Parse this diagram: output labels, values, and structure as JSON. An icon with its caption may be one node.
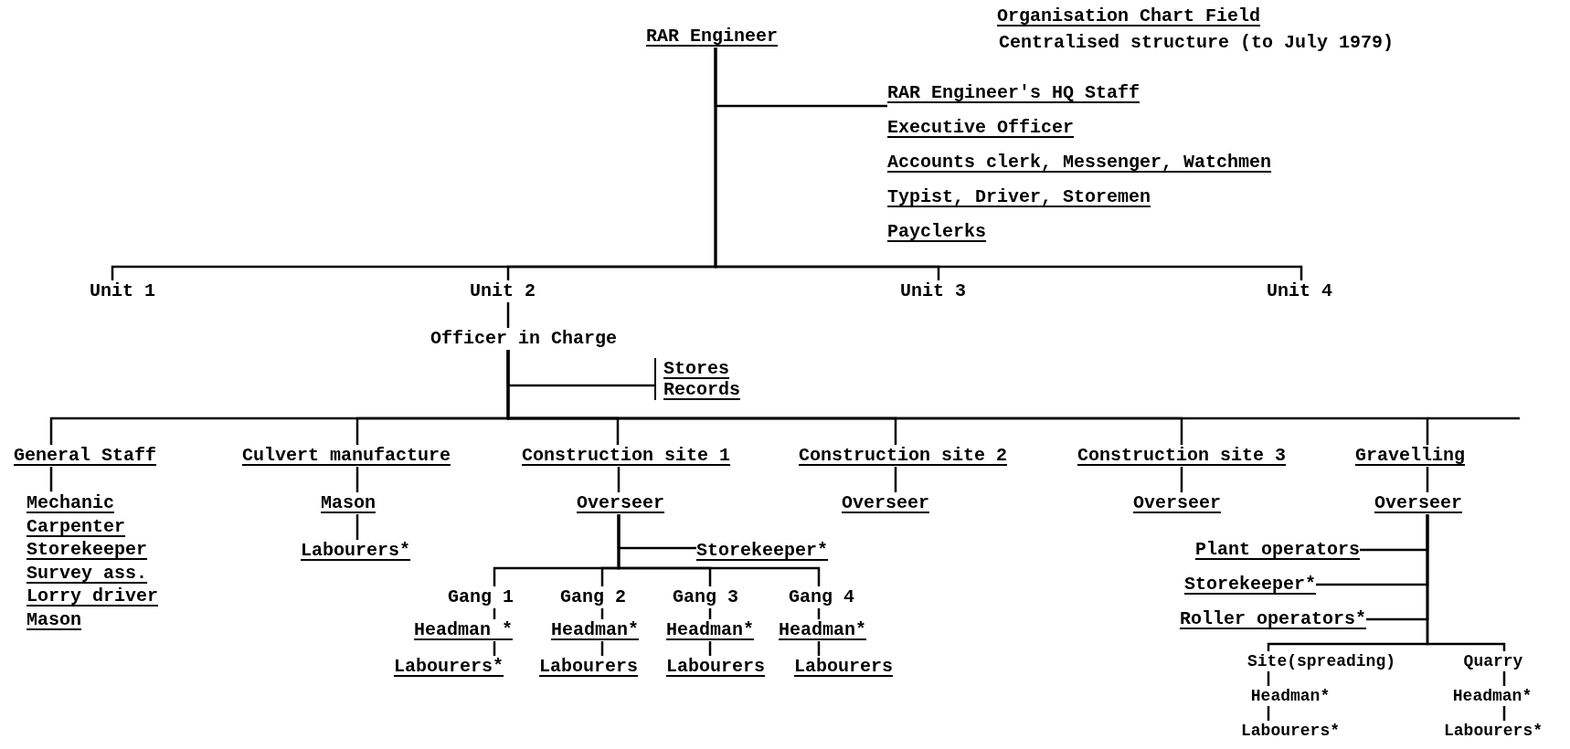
{
  "diagram": {
    "title": "Organisation Chart Field",
    "nodes": [
      {
        "text": [
          "RAR Engineer"
        ]
      },
      {
        "text": [
          "RAR Engineer's HQ Staff",
          "Executive Officer",
          "Accounts clerk, Messenger, Watchmen",
          "Typist, Driver, Storemen",
          "Payclerks"
        ]
      },
      {
        "text": [
          "Unit 1"
        ]
      },
      {
        "text": [
          "Unit 2"
        ]
      },
      {
        "text": [
          "Unit 3"
        ]
      },
      {
        "text": [
          "Unit 4"
        ]
      },
      {
        "text": [
          "Officer in Charge"
        ]
      },
      {
        "text": [
          "Stores",
          "Records"
        ]
      },
      {
        "text": [
          "General Staff"
        ]
      },
      {
        "text": [
          "Culvert manufacture"
        ]
      },
      {
        "text": [
          "Construction site 1"
        ]
      },
      {
        "text": [
          "Construction site 2"
        ]
      },
      {
        "text": [
          "Construction site 3"
        ]
      },
      {
        "text": [
          "Gravelling"
        ]
      },
      {
        "text": [
          "Mechanic",
          "Carpenter",
          "Storekeeper",
          "Survey ass.",
          "Lorry driver",
          "Mason"
        ]
      },
      {
        "text": [
          "Mason"
        ]
      },
      {
        "text": [
          "Labourers*"
        ]
      },
      {
        "text": [
          "Overseer"
        ]
      },
      {
        "text": [
          "Storekeeper*"
        ]
      },
      {
        "text": [
          "Gang 1"
        ]
      },
      {
        "text": [
          "Gang 2"
        ]
      },
      {
        "text": [
          "Gang 3"
        ]
      },
      {
        "text": [
          "Gang 4"
        ]
      },
      {
        "text": [
          "Headman *"
        ]
      },
      {
        "text": [
          "Headman*"
        ]
      },
      {
        "text": [
          "Headman*"
        ]
      },
      {
        "text": [
          "Headman*"
        ]
      },
      {
        "text": [
          "Labourers*"
        ]
      },
      {
        "text": [
          "Labourers"
        ]
      },
      {
        "text": [
          "Labourers"
        ]
      },
      {
        "text": [
          "Labourers"
        ]
      },
      {
        "text": [
          "Overseer"
        ]
      },
      {
        "text": [
          "Overseer"
        ]
      },
      {
        "text": [
          "Overseer"
        ]
      },
      {
        "text": [
          "Plant operators"
        ]
      },
      {
        "text": [
          "Storekeeper*"
        ]
      },
      {
        "text": [
          "Roller operators*"
        ]
      },
      {
        "text": [
          "Site(spreading)"
        ]
      },
      {
        "text": [
          "Quarry"
        ]
      },
      {
        "text": [
          "Headman*"
        ]
      },
      {
        "text": [
          "Headman*"
        ]
      },
      {
        "text": [
          "Labourers*"
        ]
      },
      {
        "text": [
          "Labourers*"
        ]
      }
    ],
    "edges": [
      {
        "from": 0,
        "to": 1,
        "arrow": "none"
      },
      {
        "from": 0,
        "to": 2,
        "arrow": "none"
      },
      {
        "from": 0,
        "to": 3,
        "arrow": "none"
      },
      {
        "from": 0,
        "to": 4,
        "arrow": "none"
      },
      {
        "from": 0,
        "to": 5,
        "arrow": "none"
      },
      {
        "from": 3,
        "to": 6,
        "arrow": "none"
      },
      {
        "from": 6,
        "to": 7,
        "arrow": "none"
      },
      {
        "from": 6,
        "to": 8,
        "arrow": "none"
      },
      {
        "from": 6,
        "to": 9,
        "arrow": "none"
      },
      {
        "from": 6,
        "to": 10,
        "arrow": "none"
      },
      {
        "from": 6,
        "to": 11,
        "arrow": "none"
      },
      {
        "from": 6,
        "to": 12,
        "arrow": "none"
      },
      {
        "from": 6,
        "to": 13,
        "arrow": "none"
      },
      {
        "from": 8,
        "to": 14,
        "arrow": "none"
      },
      {
        "from": 9,
        "to": 15,
        "arrow": "none"
      },
      {
        "from": 15,
        "to": 16,
        "arrow": "none"
      },
      {
        "from": 10,
        "to": 17,
        "arrow": "none"
      },
      {
        "from": 17,
        "to": 18,
        "arrow": "none"
      },
      {
        "from": 17,
        "to": 19,
        "arrow": "none"
      },
      {
        "from": 17,
        "to": 20,
        "arrow": "none"
      },
      {
        "from": 17,
        "to": 21,
        "arrow": "none"
      },
      {
        "from": 17,
        "to": 22,
        "arrow": "none"
      },
      {
        "from": 19,
        "to": 23,
        "arrow": "none"
      },
      {
        "from": 20,
        "to": 24,
        "arrow": "none"
      },
      {
        "from": 21,
        "to": 25,
        "arrow": "none"
      },
      {
        "from": 22,
        "to": 26,
        "arrow": "none"
      },
      {
        "from": 23,
        "to": 27,
        "arrow": "none"
      },
      {
        "from": 24,
        "to": 28,
        "arrow": "none"
      },
      {
        "from": 25,
        "to": 29,
        "arrow": "none"
      },
      {
        "from": 26,
        "to": 30,
        "arrow": "none"
      },
      {
        "from": 11,
        "to": 31,
        "arrow": "none"
      },
      {
        "from": 12,
        "to": 32,
        "arrow": "none"
      },
      {
        "from": 13,
        "to": 33,
        "arrow": "none"
      },
      {
        "from": 33,
        "to": 34,
        "arrow": "none"
      },
      {
        "from": 33,
        "to": 35,
        "arrow": "none"
      },
      {
        "from": 33,
        "to": 36,
        "arrow": "none"
      },
      {
        "from": 33,
        "to": 37,
        "arrow": "none"
      },
      {
        "from": 33,
        "to": 38,
        "arrow": "none"
      },
      {
        "from": 37,
        "to": 39,
        "arrow": "none"
      },
      {
        "from": 38,
        "to": 40,
        "arrow": "none"
      },
      {
        "from": 39,
        "to": 41,
        "arrow": "none"
      },
      {
        "from": 40,
        "to": 42,
        "arrow": "none"
      }
    ],
    "labels": [
      "Centralised structure (to July 1979)"
    ]
  }
}
